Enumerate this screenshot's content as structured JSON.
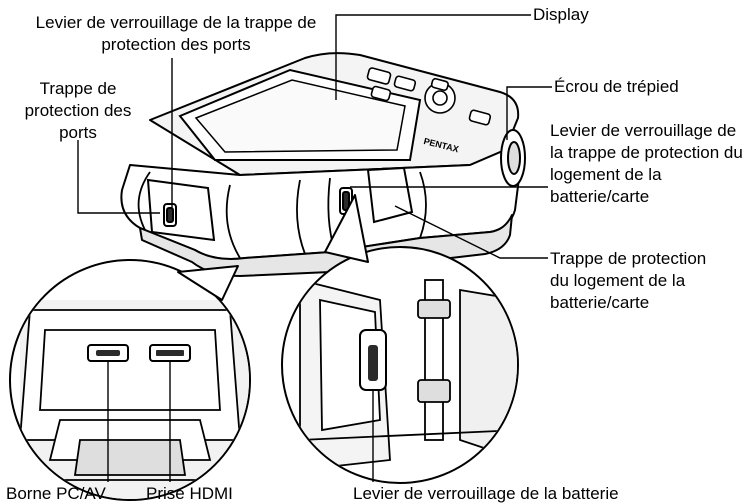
{
  "labels": {
    "port_door_lock_lever": "Levier de verrouillage de la trappe de protection des ports",
    "port_door": "Trappe de protection des ports",
    "display": "Display",
    "tripod_socket": "Écrou de trépied",
    "battery_door_lock_lever": "Levier de verrouillage de la trappe de protection du logement de la batterie/carte",
    "battery_door": "Trappe de protection du logement de la batterie/carte",
    "pc_av_terminal": "Borne PC/AV",
    "hdmi_port": "Prise HDMI",
    "battery_lock_lever": "Levier de verrouillage de la batterie"
  },
  "camera_brand_mark": "PENTAX",
  "colors": {
    "line": "#000000",
    "body_fill": "#ffffff",
    "shade": "#dedede",
    "dark": "#2b2b2b"
  }
}
